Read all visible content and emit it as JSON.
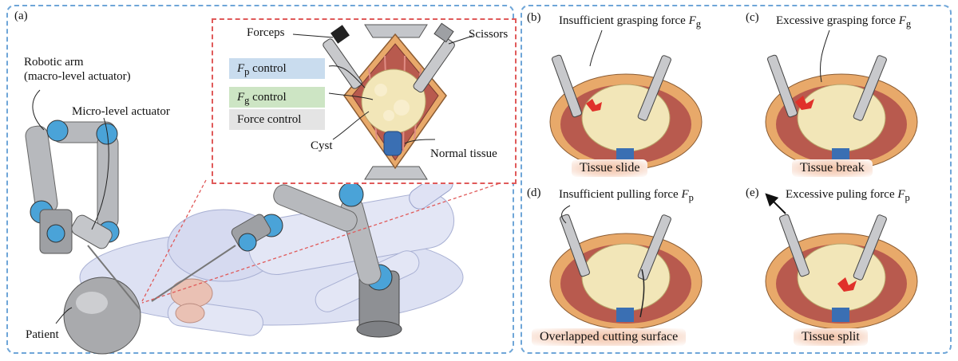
{
  "panel_a": {
    "letter": "(a)",
    "robotic_arm": "Robotic arm",
    "macro_actuator": "(macro-level actuator)",
    "micro_actuator": "Micro-level actuator",
    "patient": "Patient",
    "inset": {
      "forceps": "Forceps",
      "scissors": "Scissors",
      "fp_control": "F",
      "fp_sub": "p",
      "fp_suffix": " control",
      "fg_control": "F",
      "fg_sub": "g",
      "fg_suffix": " control",
      "force_control": "Force control",
      "cyst": "Cyst",
      "normal_tissue": "Normal tissue"
    }
  },
  "panel_b": {
    "letter": "(b)",
    "title": "Insufficient grasping force ",
    "var": "F",
    "sub": "g",
    "caption": "Tissue slide"
  },
  "panel_c": {
    "letter": "(c)",
    "title": "Excessive grasping force ",
    "var": "F",
    "sub": "g",
    "caption": "Tissue break"
  },
  "panel_d": {
    "letter": "(d)",
    "title": "Insufficient pulling force ",
    "var": "F",
    "sub": "p",
    "caption": "Overlapped cutting surface"
  },
  "panel_e": {
    "letter": "(e)",
    "title": "Excessive puling force ",
    "var": "F",
    "sub": "p",
    "caption": "Tissue split"
  },
  "colors": {
    "border_blue": "#6fa6d8",
    "border_red": "#e05a5a",
    "fp_fill": "#c9dcee",
    "fg_fill": "#cde5c4",
    "force_fill": "#e4e4e4",
    "cyst": "#f2e6b8",
    "tissue": "#b85a4e",
    "fat": "#e8a96a",
    "robot_gray": "#b7b9bd",
    "joint_blue": "#4aa3d8"
  }
}
